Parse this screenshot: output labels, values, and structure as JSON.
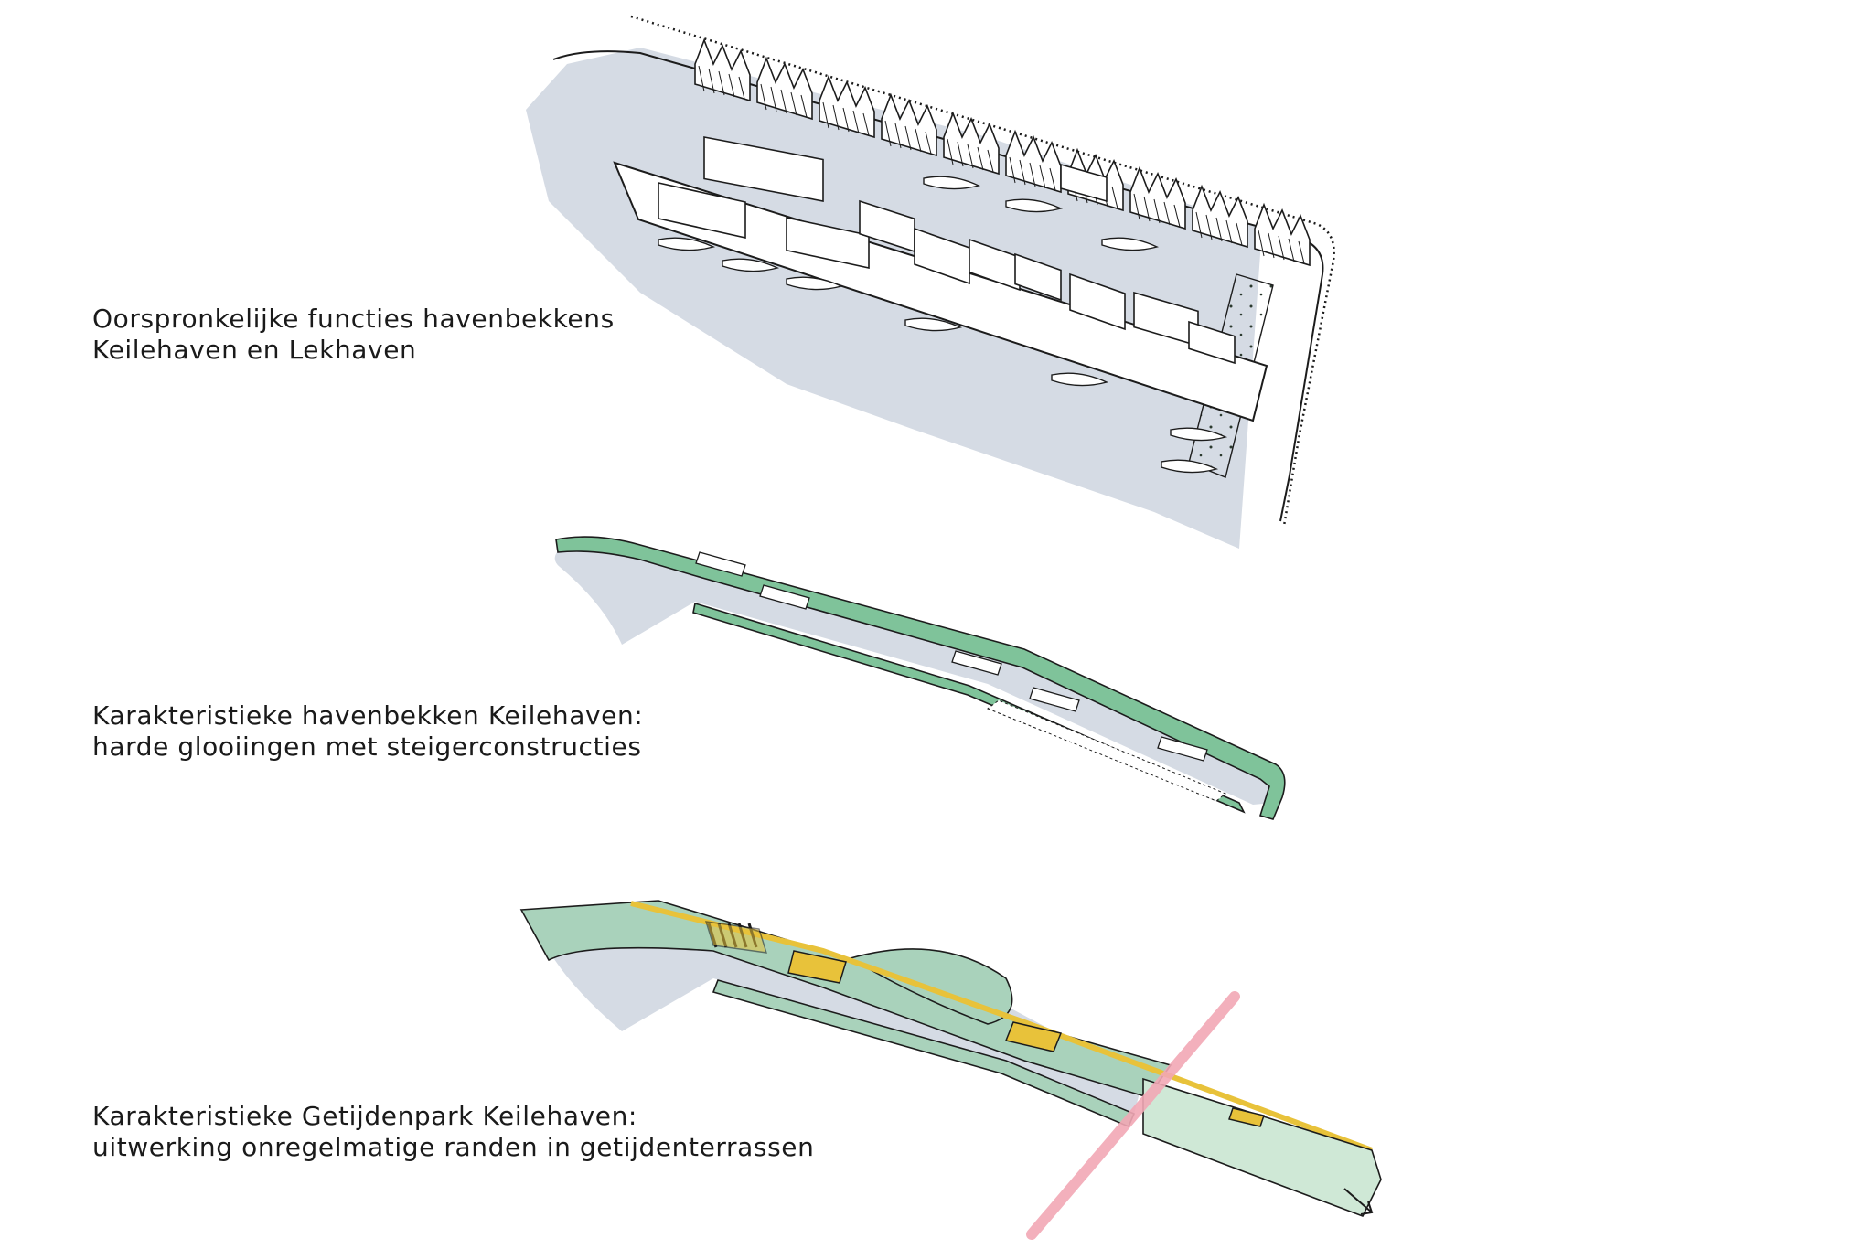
{
  "colors": {
    "water": "#d5dbe4",
    "ink": "#1c1c1c",
    "quay_green": "#7fc39a",
    "park_green": "#a9d2bb",
    "park_light": "#cfe8d6",
    "yellow": "#e8c23a",
    "pink": "#f2a8b5",
    "roof": "#ffffff"
  },
  "captions": [
    {
      "line1": "Oorspronkelijke functies havenbekkens",
      "line2": "Keilehaven en Lekhaven"
    },
    {
      "line1": "Karakteristieke havenbekken Keilehaven:",
      "line2": "harde glooiingen met steigerconstructies"
    },
    {
      "line1": "Karakteristieke Getijdenpark Keilehaven:",
      "line2": "uitwerking onregelmatige randen in getijdenterrassen"
    }
  ]
}
